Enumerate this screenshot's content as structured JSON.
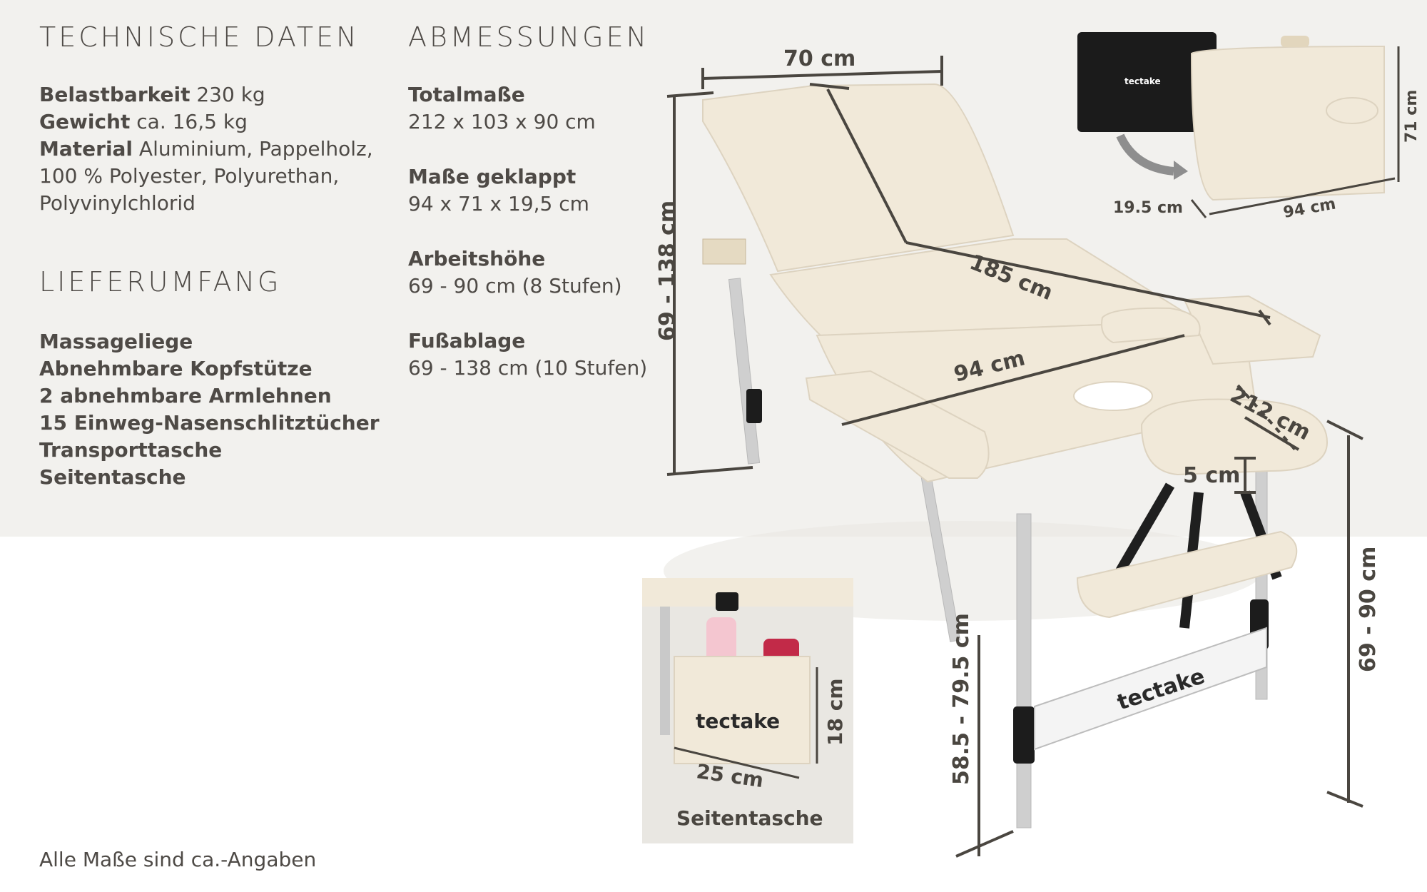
{
  "tech": {
    "heading": "TECHNISCHE DATEN",
    "rows": [
      {
        "label": "Belastbarkeit",
        "value": " 230 kg"
      },
      {
        "label": "Gewicht",
        "value": " ca. 16,5 kg"
      },
      {
        "label": "Material",
        "value": " Aluminium, Pappelholz,"
      }
    ],
    "material_cont": [
      "100 % Polyester, Polyurethan,",
      "Polyvinylchlorid"
    ]
  },
  "scope": {
    "heading": "LIEFERUMFANG",
    "items": [
      "Massageliege",
      "Abnehmbare Kopfstütze",
      "2 abnehmbare Armlehnen",
      "15 Einweg-Nasenschlitztücher",
      "Transporttasche",
      "Seitentasche"
    ]
  },
  "dims": {
    "heading": "ABMESSUNGEN",
    "items": [
      {
        "label": "Totalmaße",
        "value": "212 x 103 x 90 cm"
      },
      {
        "label": "Maße geklappt",
        "value": "94 x 71 x 19,5 cm"
      },
      {
        "label": "Arbeitshöhe",
        "value": "69 - 90 cm (8 Stufen)"
      },
      {
        "label": "Fußablage",
        "value": "69 - 138 cm (10 Stufen)"
      }
    ]
  },
  "footnote": "Alle Maße sind ca.-Angaben",
  "illustration": {
    "width": "70 cm",
    "height_back": "69 - 138 cm",
    "length": "185 cm",
    "arm_width": "94 cm",
    "total_length": "212 cm",
    "head_thickness": "5 cm",
    "leg_height": "58.5 - 79.5 cm",
    "work_height": "69 - 90 cm",
    "folded_height": "71 cm",
    "folded_depth": "19.5 cm",
    "folded_length": "94 cm",
    "pocket_height": "18 cm",
    "pocket_width": "25 cm",
    "pocket_caption": "Seitentasche",
    "brand": "tectake",
    "colors": {
      "cushion": "#f1e9d9",
      "metal": "#c9c9c9",
      "band": "#f2f1ee",
      "text": "#4a4640"
    }
  }
}
